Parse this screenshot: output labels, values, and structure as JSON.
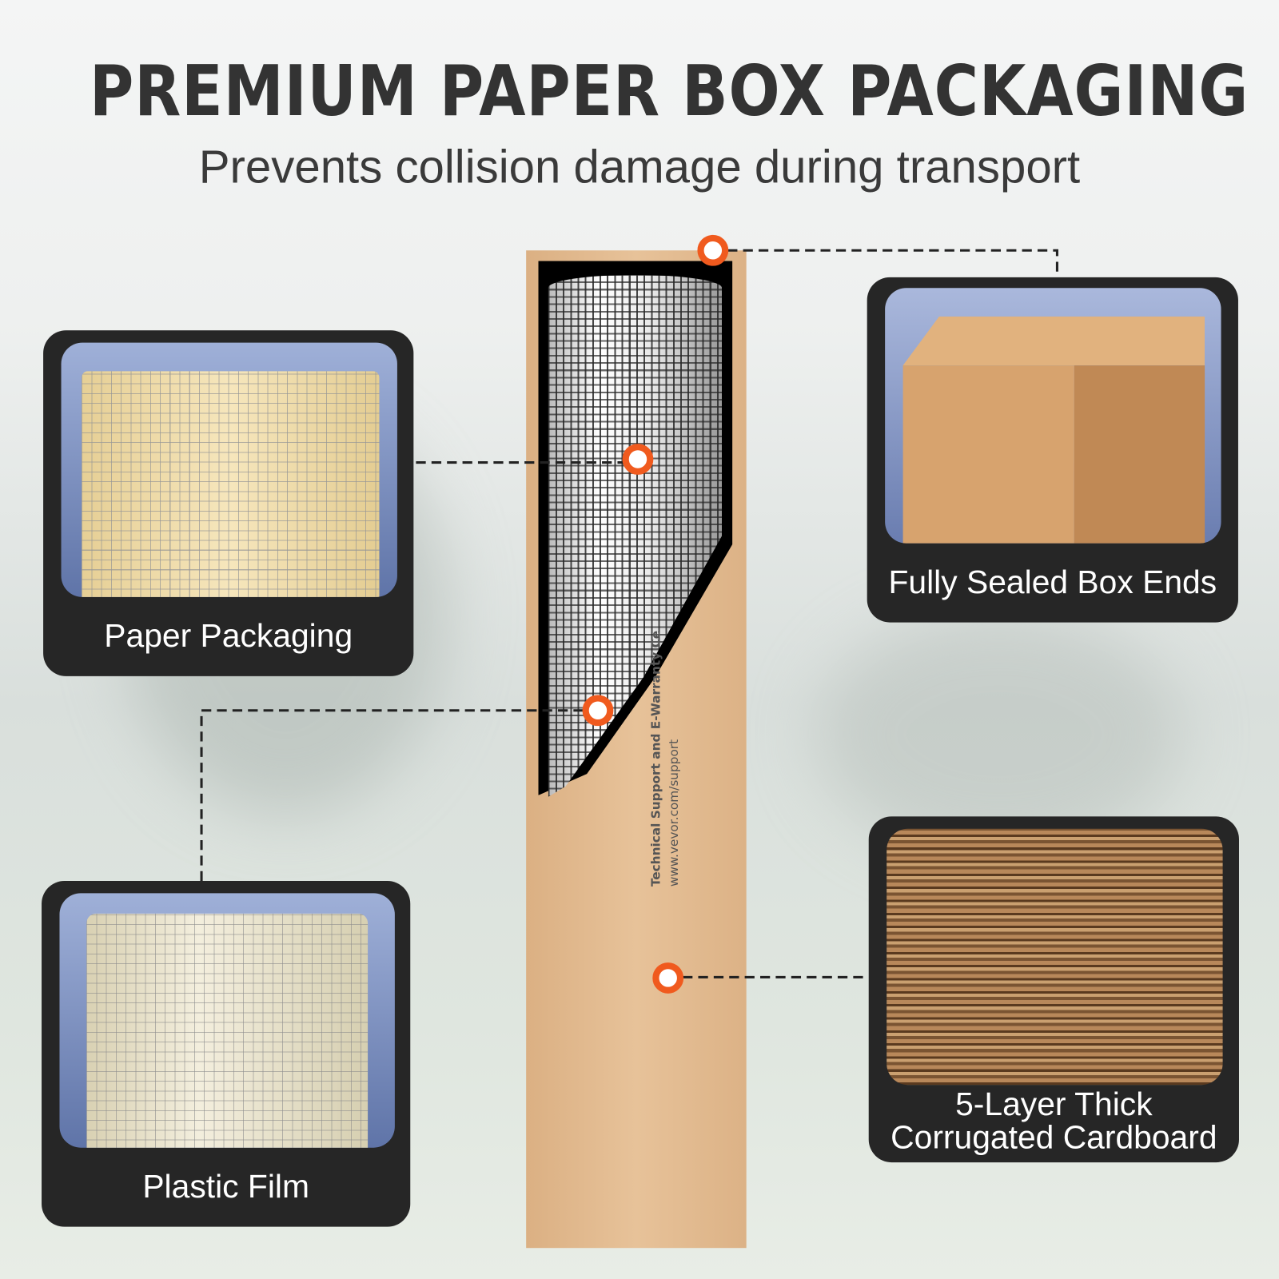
{
  "header": {
    "title": "PREMIUM PAPER BOX PACKAGING",
    "subtitle": "Prevents collision damage during transport"
  },
  "box": {
    "print_line1": "Technical Support and E-Warranty Ce",
    "print_line2": "www.vevor.com/support"
  },
  "features": [
    {
      "label": "Paper Packaging"
    },
    {
      "label": "Plastic Film"
    },
    {
      "label": "Fully Sealed Box Ends"
    },
    {
      "label_line1": "5-Layer Thick",
      "label_line2": "Corrugated Cardboard"
    }
  ],
  "colors": {
    "accent": "#f05a1e",
    "card": "#262626",
    "cardboard": "#dcb286"
  }
}
